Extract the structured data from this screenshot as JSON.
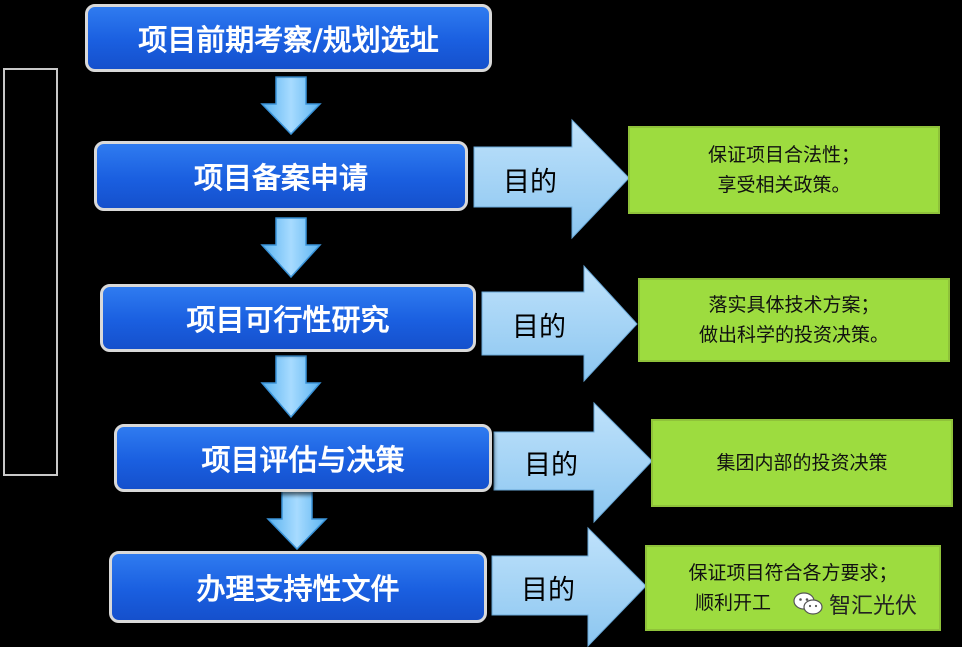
{
  "steps": [
    {
      "label": "项目前期考察/规划选址"
    },
    {
      "label": "项目备案申请"
    },
    {
      "label": "项目可行性研究"
    },
    {
      "label": "项目评估与决策"
    },
    {
      "label": "办理支持性文件"
    }
  ],
  "purpose_label": "目的",
  "goals": [
    {
      "line1": "保证项目合法性；",
      "line2": "享受相关政策。"
    },
    {
      "line1": "落实具体技术方案；",
      "line2": "做出科学的投资决策。"
    },
    {
      "line1": "集团内部的投资决策",
      "line2": ""
    },
    {
      "line1": "保证项目符合各方要求；",
      "line2": "顺利开工"
    }
  ],
  "watermark": {
    "text": "智汇光伏",
    "icon": "wechat-icon"
  },
  "colors": {
    "step_fill": "#1a5fe0",
    "step_border": "#d9d9d9",
    "down_arrow": "#7ec8f5",
    "right_arrow": "#9fd0f3",
    "goal_fill": "#9ddc3f",
    "background": "#000000"
  }
}
